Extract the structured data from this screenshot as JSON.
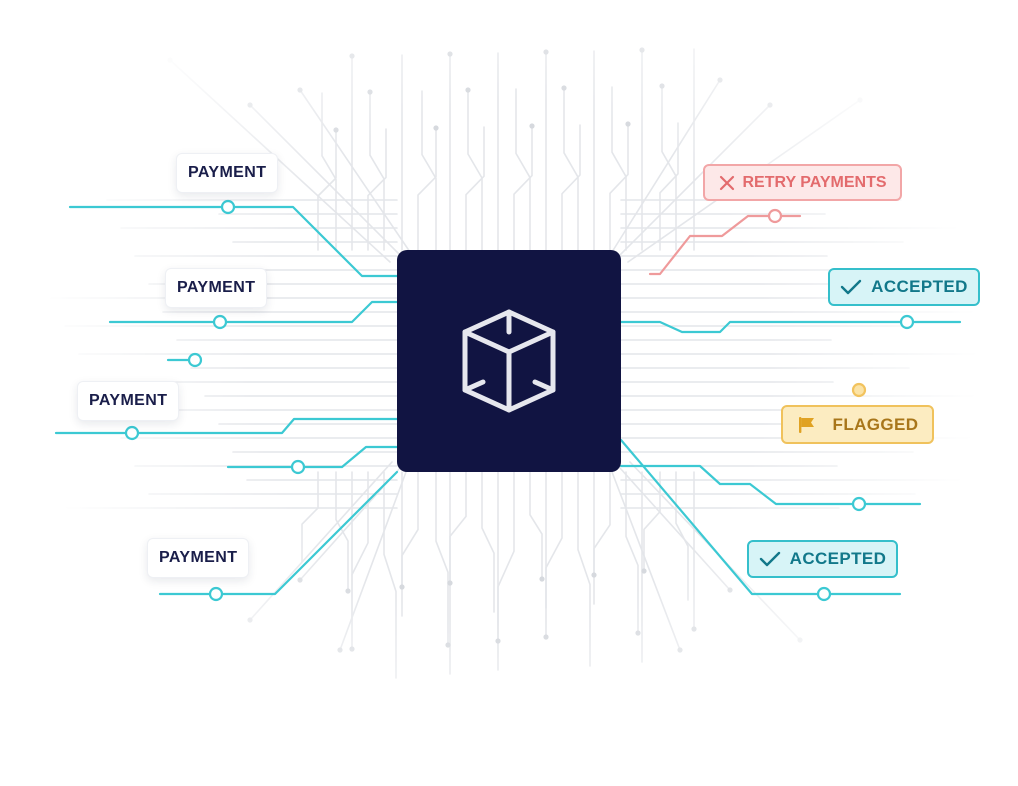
{
  "labels": {
    "payment_1": "PAYMENT",
    "payment_2": "PAYMENT",
    "payment_3": "PAYMENT",
    "payment_4": "PAYMENT",
    "retry": "RETRY PAYMENTS",
    "accepted_1": "ACCEPTED",
    "flagged": "FLAGGED",
    "accepted_2": "ACCEPTED"
  },
  "icons": {
    "hub": "cube-icon",
    "retry": "x-icon",
    "accepted": "check-icon",
    "flagged": "flag-icon"
  },
  "colors": {
    "chip": "#111442",
    "trace_teal": "#3cc9d3",
    "trace_red": "#ef9a9b",
    "trace_gold": "#f2c35e",
    "trace_grey": "#e4e6ea",
    "payment_text": "#1a1e4a",
    "accepted_text": "#12788a",
    "retry_text": "#e36b6d",
    "flagged_text": "#a8761a"
  }
}
